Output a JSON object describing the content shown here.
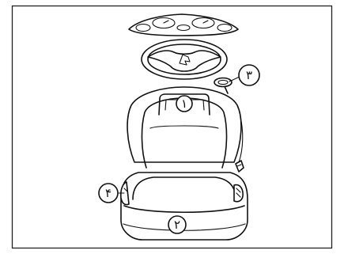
{
  "callouts": {
    "c1": "۱",
    "c2": "۲",
    "c3": "۳",
    "c4": "۴"
  },
  "icons": {
    "frame": "diagram-frame",
    "dashboard": "dashboard-gauges-icon",
    "wheel": "steering-wheel-icon",
    "seat": "baby-car-seat-icon"
  },
  "colors": {
    "line": "#111111",
    "background": "#ffffff"
  }
}
